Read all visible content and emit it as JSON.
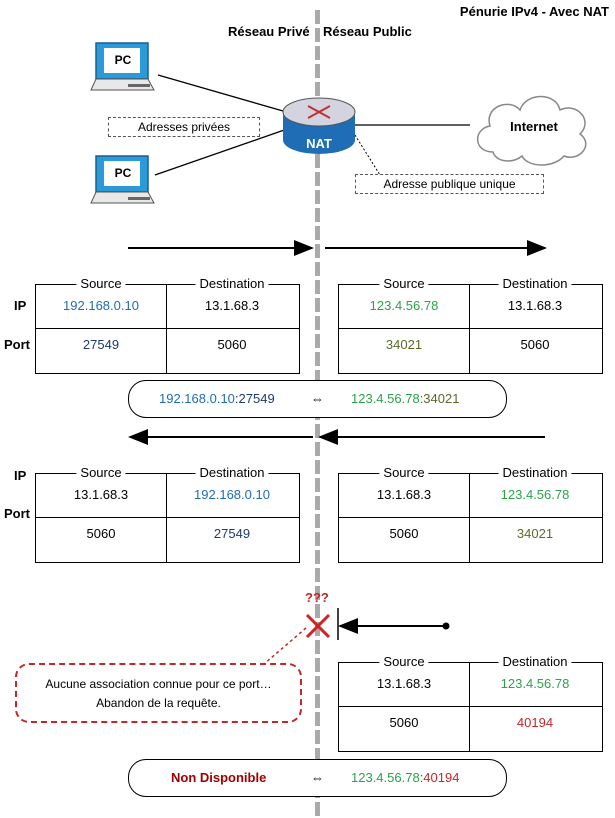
{
  "title": "Pénurie IPv4 - Avec NAT",
  "zones": {
    "private": "Réseau Privé",
    "public": "Réseau Public"
  },
  "nodes": {
    "pc1": "PC",
    "pc2": "PC",
    "nat": "NAT",
    "internet": "Internet"
  },
  "notes": {
    "private_addresses": "Adresses privées",
    "public_address": "Adresse publique unique"
  },
  "labels": {
    "ip": "IP",
    "port": "Port",
    "source": "Source",
    "destination": "Destination"
  },
  "outbound": {
    "private": {
      "src_ip": "192.168.0.10",
      "dst_ip": "13.1.68.3",
      "src_port": "27549",
      "dst_port": "5060"
    },
    "public": {
      "src_ip": "123.4.56.78",
      "dst_ip": "13.1.68.3",
      "src_port": "34021",
      "dst_port": "5060"
    }
  },
  "mapping1": {
    "priv_ip": "192.168.0.10",
    "priv_port": ":27549",
    "arrow": "⇔",
    "pub_ip": "123.4.56.78",
    "pub_port": ":34021"
  },
  "inbound": {
    "private": {
      "src_ip": "13.1.68.3",
      "dst_ip": "192.168.0.10",
      "src_port": "5060",
      "dst_port": "27549"
    },
    "public": {
      "src_ip": "13.1.68.3",
      "dst_ip": "123.4.56.78",
      "src_port": "5060",
      "dst_port": "34021"
    }
  },
  "rejected": {
    "marker": "???",
    "public": {
      "src_ip": "13.1.68.3",
      "dst_ip": "123.4.56.78",
      "src_port": "5060",
      "dst_port": "40194"
    },
    "message_line1": "Aucune association connue pour ce port…",
    "message_line2": "Abandon de la requête."
  },
  "mapping2": {
    "unavailable": "Non Disponible",
    "arrow": "⇔",
    "pub_ip": "123.4.56.78",
    "pub_port": ":40194"
  }
}
